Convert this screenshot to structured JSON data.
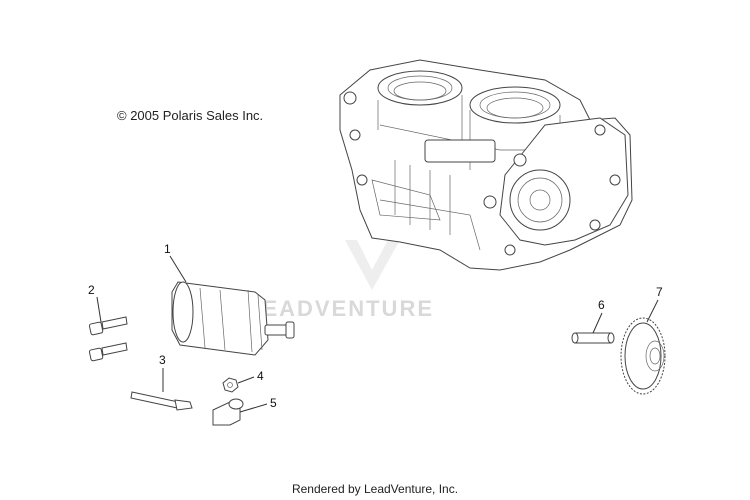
{
  "copyright": "© 2005 Polaris Sales Inc.",
  "footer": "Rendered by LeadVenture, Inc.",
  "watermark": "LEADVENTURE",
  "callouts": {
    "c1": "1",
    "c2": "2",
    "c3": "3",
    "c4": "4",
    "c5": "5",
    "c6": "6",
    "c7": "7"
  }
}
